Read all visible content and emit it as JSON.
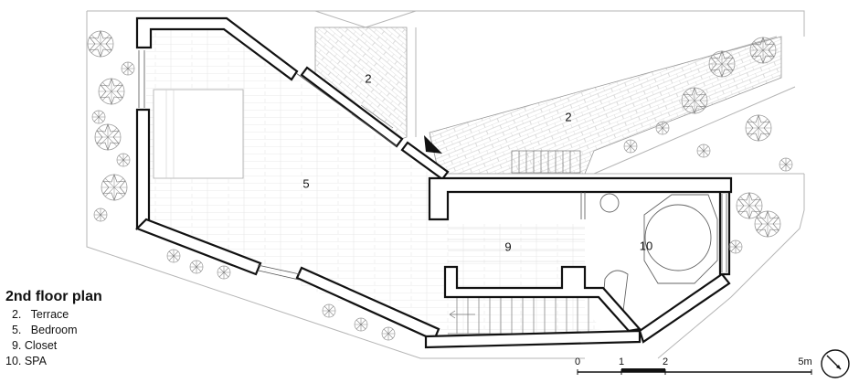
{
  "legend": {
    "title": "2nd floor plan",
    "items": [
      "  2.   Terrace",
      "  5.   Bedroom",
      "  9. Closet",
      "10. SPA"
    ]
  },
  "room_labels": {
    "terrace_left": "2",
    "terrace_right": "2",
    "bedroom": "5",
    "closet": "9",
    "spa": "10"
  },
  "scale_bar": {
    "ticks": [
      "0",
      "1",
      "2",
      "5m"
    ]
  },
  "colors": {
    "wall": "#111111",
    "line": "#555555",
    "light_line": "#b5b5b5",
    "hatch": "#c8c8c8"
  },
  "icons": {
    "north": "north-arrow-icon",
    "entry": "entry-arrow-icon"
  }
}
